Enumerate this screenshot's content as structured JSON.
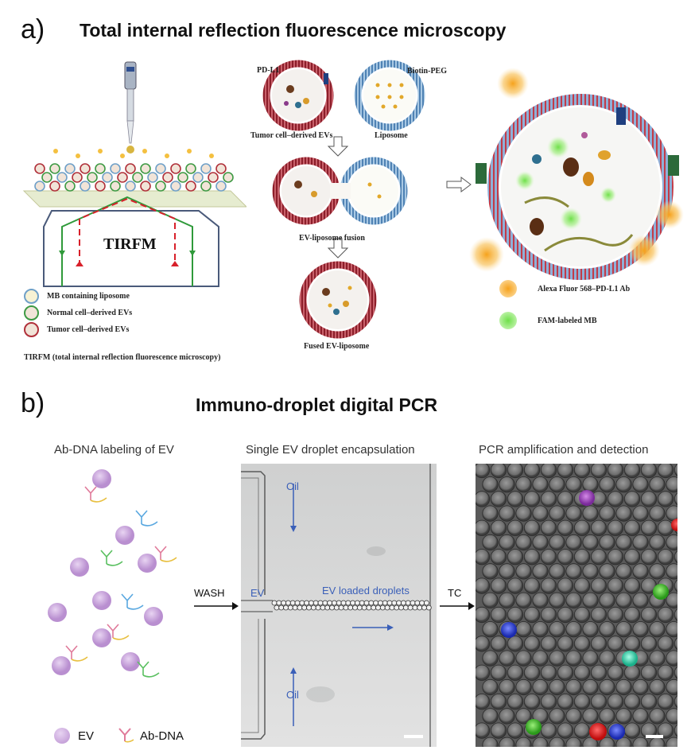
{
  "panel_a": {
    "letter": "a)",
    "title": "Total internal reflection fluorescence microscopy",
    "tirfm_label": "TIRFM",
    "legend": [
      "MB containing liposome",
      "Normal cell–derived EVs",
      "Tumor cell–derived EVs"
    ],
    "footnote": "TIRFM (total internal reflection fluorescence microscopy)",
    "fusion": {
      "pd_l1": "PD-L1",
      "biotin_peg": "Biotin-PEG",
      "tumor_evs": "Tumor cell–derived EVs",
      "liposome": "Liposome",
      "fusion_label": "EV-liposome fusion",
      "fused_label": "Fused EV-liposome"
    },
    "right_legend": [
      "Alexa Fluor 568–PD-L1 Ab",
      "FAM-labeled MB"
    ]
  },
  "panel_b": {
    "letter": "b)",
    "title": "Immuno-droplet digital PCR",
    "left_title": "Ab-DNA labeling of EV",
    "mid_title": "Single EV droplet encapsulation",
    "right_title": "PCR amplification and detection",
    "wash": "WASH",
    "tc": "TC",
    "oil_top": "Oil",
    "oil_bottom": "Oil",
    "ev": "EV",
    "ev_loaded": "EV loaded droplets",
    "legend_ev": "EV",
    "legend_ab": "Ab-DNA"
  },
  "colors": {
    "ev_purple": "#c9a9dc",
    "tumor_red": "#b0303a",
    "membrane_blue": "#6fa0c8",
    "droplet_blue_text": "#3a5fb8",
    "green_beam": "#2f9a3a",
    "red_beam": "#d8202a",
    "orange_glow": "#f4a224",
    "fam_green": "#6fe04a"
  }
}
